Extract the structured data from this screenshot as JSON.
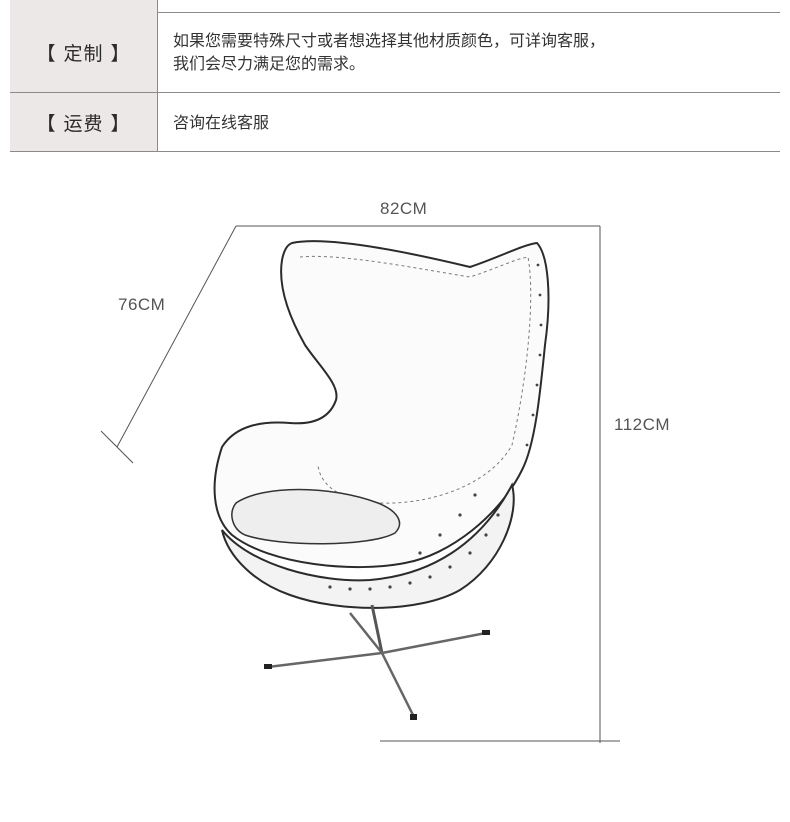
{
  "spec_table": {
    "rows": [
      {
        "label": "【 定制 】",
        "lines": [
          "如果您需要特殊尺寸或者想选择其他材质颜色，可详询客服，",
          "我们会尽力满足您的需求。"
        ]
      },
      {
        "label": "【 运费 】",
        "lines": [
          "咨询在线客服"
        ]
      }
    ]
  },
  "dimensions": {
    "width": "82CM",
    "depth": "76CM",
    "height": "112CM"
  }
}
